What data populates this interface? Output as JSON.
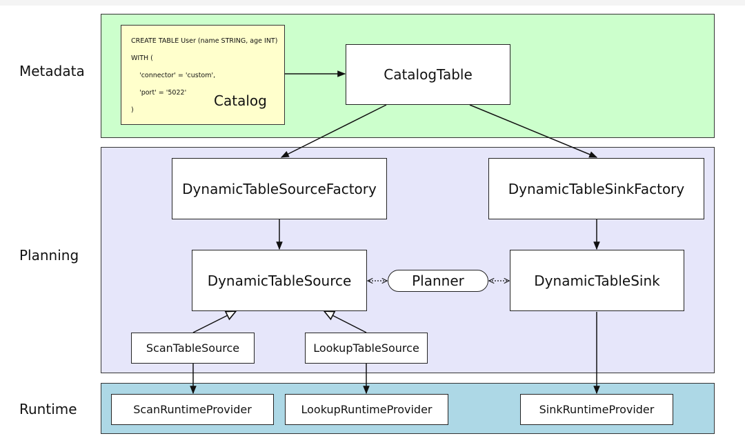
{
  "rows": {
    "metadata": "Metadata",
    "planning": "Planning",
    "runtime": "Runtime"
  },
  "catalog_note": {
    "lines": [
      "CREATE TABLE User (name STRING, age INT)",
      "WITH (",
      "    'connector' = 'custom',",
      "    'port' = '5022'",
      ")"
    ],
    "title": "Catalog"
  },
  "nodes": {
    "catalog_table": "CatalogTable",
    "source_factory": "DynamicTableSourceFactory",
    "sink_factory": "DynamicTableSinkFactory",
    "table_source": "DynamicTableSource",
    "table_sink": "DynamicTableSink",
    "planner": "Planner",
    "scan_source": "ScanTableSource",
    "lookup_source": "LookupTableSource",
    "scan_runtime": "ScanRuntimeProvider",
    "lookup_runtime": "LookupRuntimeProvider",
    "sink_runtime": "SinkRuntimeProvider"
  },
  "colors": {
    "metadata_band": "#ccffcc",
    "planning_band": "#e6e6fa",
    "runtime_band": "#add8e6",
    "catalog_note": "#ffffcc"
  }
}
